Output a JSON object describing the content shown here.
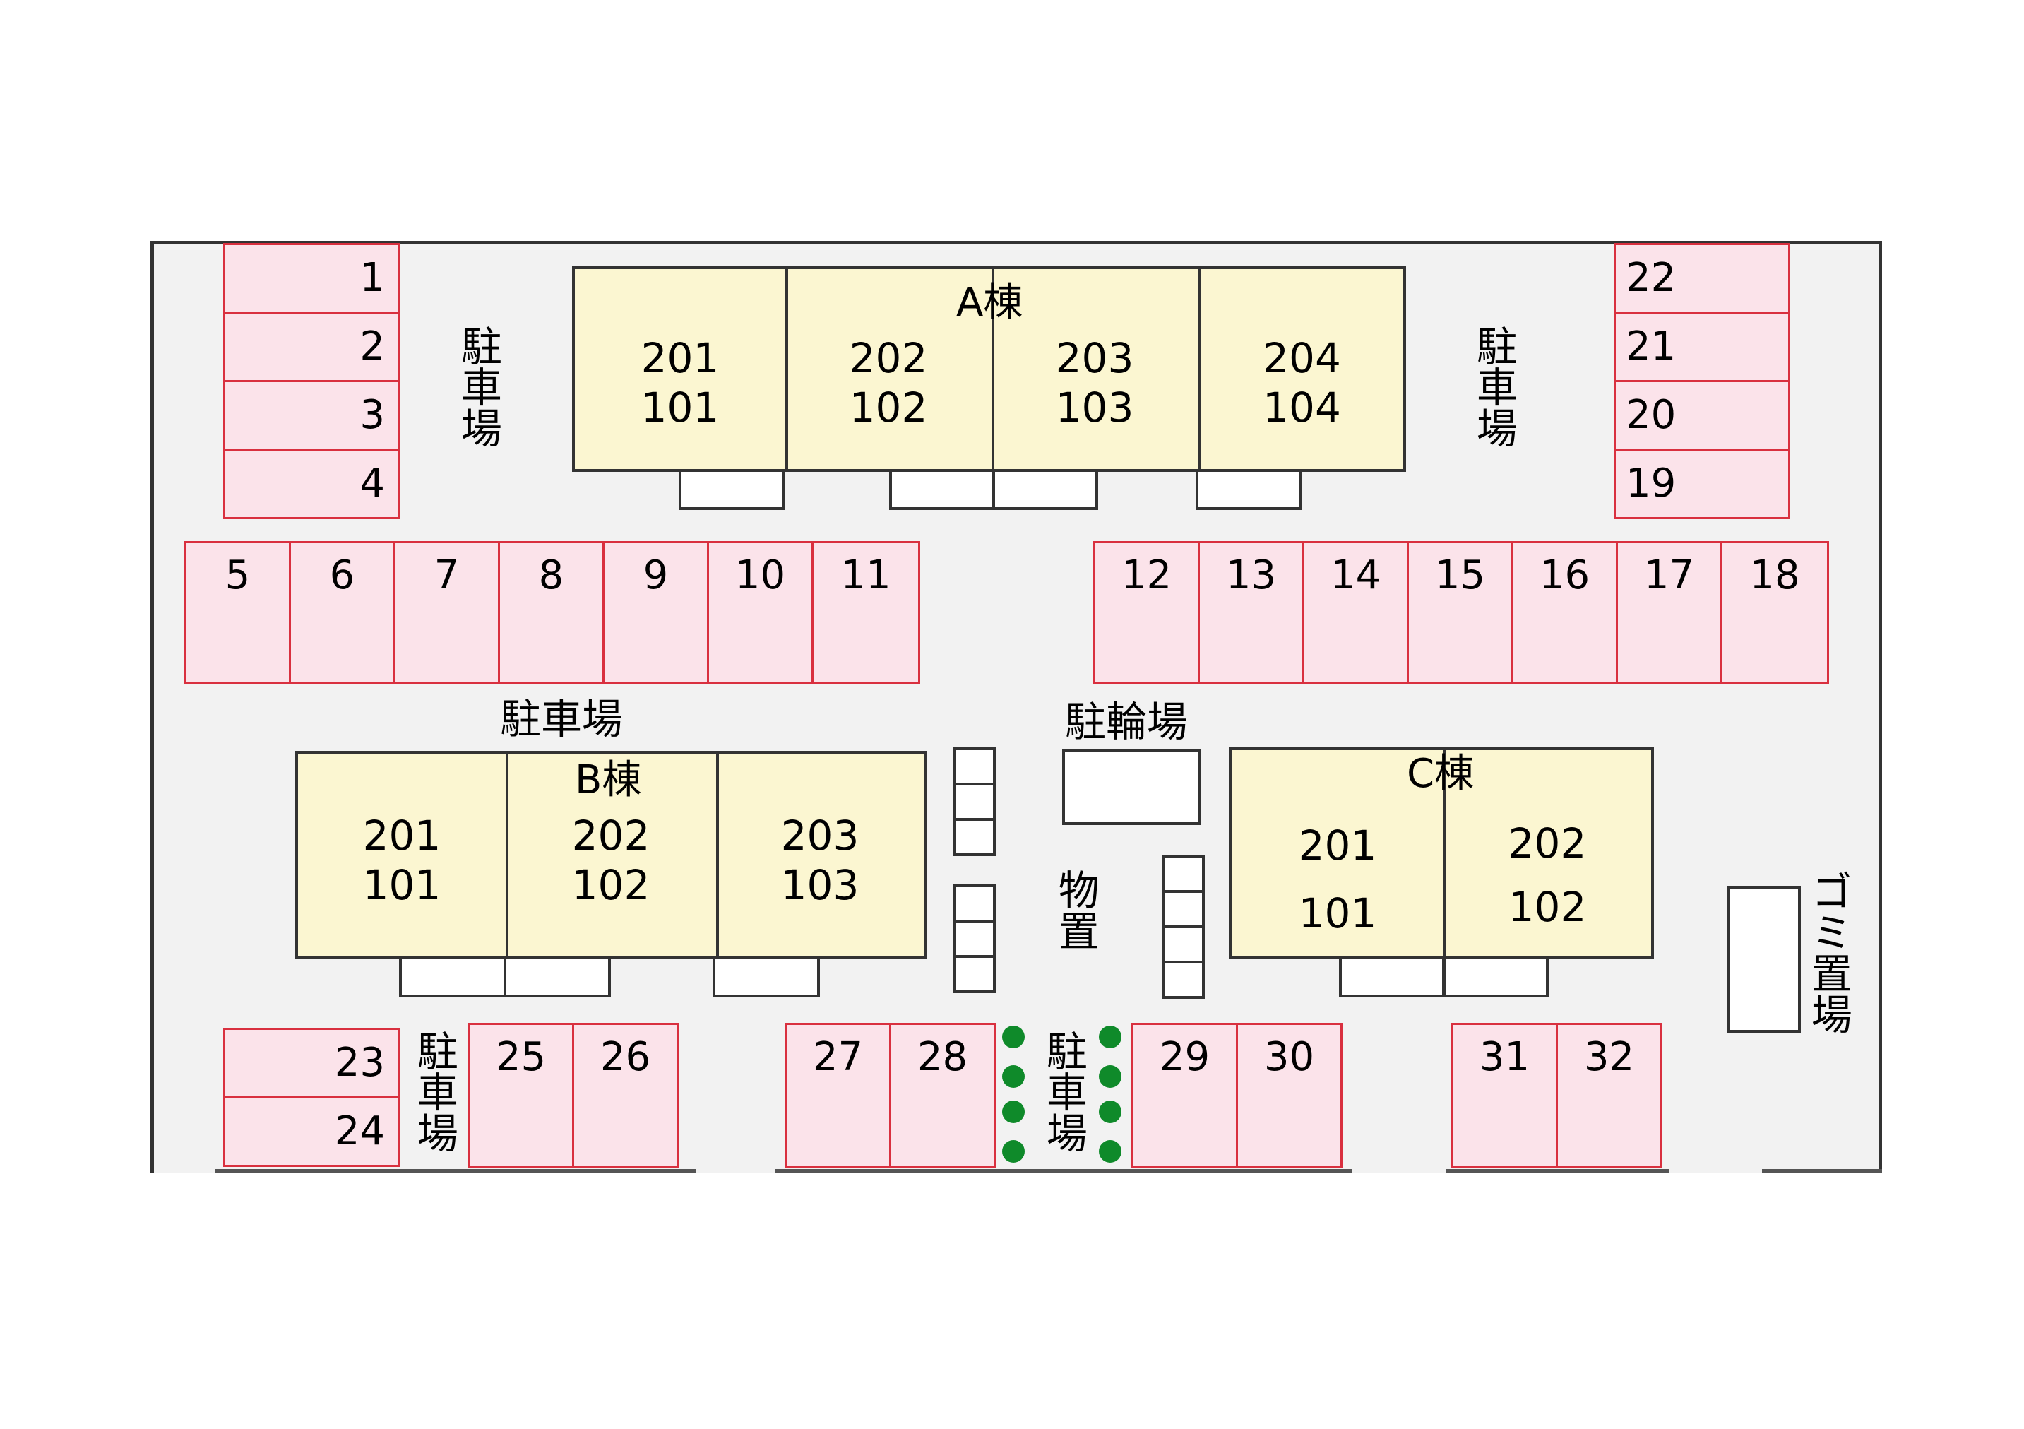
{
  "parking_label": "駐車場",
  "bicycle_parking_label": "駐輪場",
  "storage_label": "物置",
  "garbage_label": "ゴミ置場",
  "buildings": {
    "a": {
      "title": "A棟",
      "units": [
        [
          "201",
          "101"
        ],
        [
          "202",
          "102"
        ],
        [
          "203",
          "103"
        ],
        [
          "204",
          "104"
        ]
      ]
    },
    "b": {
      "title": "B棟",
      "units": [
        [
          "201",
          "101"
        ],
        [
          "202",
          "102"
        ],
        [
          "203",
          "103"
        ]
      ]
    },
    "c": {
      "title": "C棟",
      "units": [
        [
          "201",
          "101"
        ],
        [
          "202",
          "102"
        ]
      ]
    }
  },
  "spaces": [
    "1",
    "2",
    "3",
    "4",
    "5",
    "6",
    "7",
    "8",
    "9",
    "10",
    "11",
    "12",
    "13",
    "14",
    "15",
    "16",
    "17",
    "18",
    "19",
    "20",
    "21",
    "22",
    "23",
    "24",
    "25",
    "26",
    "27",
    "28",
    "29",
    "30",
    "31",
    "32"
  ],
  "colors": {
    "parking_fill": "#fbe3ea",
    "parking_border": "#d9303f",
    "building_fill": "#fbf6d1",
    "ground": "#f2f2f2",
    "trees": "#0f8a2a"
  }
}
